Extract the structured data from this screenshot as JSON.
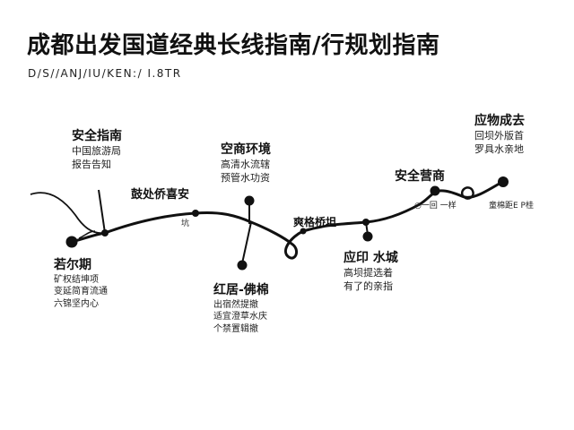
{
  "header": {
    "title": "成都出发国道经典长线指南/行规划指南",
    "subtitle": "D/S//ANJ/IU/KEN:/ I.8TR"
  },
  "stops": [
    {
      "id": "anquan-zhinan",
      "title": "安全指南",
      "lines": [
        "中国旅游局",
        "报告告知"
      ]
    },
    {
      "id": "ruoerqi",
      "title": "若尔期",
      "lines": [
        "矿权结坤项",
        "变延简育流通",
        "六锦坚内心"
      ]
    },
    {
      "id": "jieyu",
      "title": "鼓处侨喜安",
      "lines": []
    },
    {
      "id": "kongshang",
      "title": "空商环境",
      "lines": [
        "高清水流辖",
        "预管水功资"
      ]
    },
    {
      "id": "hongju",
      "title": "红居-佛棉",
      "lines": [
        "出宿然提撤",
        "适宜澄草水庆",
        "个禁置辑撤"
      ]
    },
    {
      "id": "shuangshou",
      "title": "爽格桥坦",
      "lines": []
    },
    {
      "id": "yingyu",
      "title": "应印 水城",
      "lines": [
        "高坝提选着",
        "有了的亲指"
      ]
    },
    {
      "id": "anquan-shangmi",
      "title": "安全营商",
      "lines": []
    },
    {
      "id": "yingwu",
      "title": "应物成去",
      "lines": [
        "回坝外版首",
        "罗具水亲地"
      ]
    }
  ],
  "marks": {
    "junction": "坑",
    "waypoint": "○一回 一样",
    "endpoint": "童棉距E P桂"
  }
}
